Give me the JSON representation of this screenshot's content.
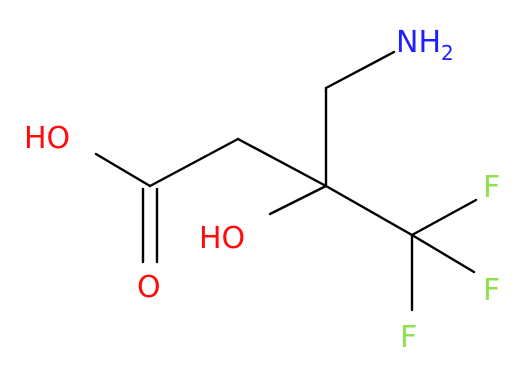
{
  "molecule": {
    "atoms": {
      "amine": {
        "main": "NH",
        "sub": "2",
        "color": "#2020ff"
      },
      "acid_hydroxyl": {
        "text": "HO",
        "color": "#ff0d0d"
      },
      "carbonyl_oxygen": {
        "text": "O",
        "color": "#ff0d0d"
      },
      "tertiary_hydroxyl": {
        "text": "HO",
        "color": "#ff0d0d"
      },
      "fluorine_top": {
        "text": "F",
        "color": "#90e050"
      },
      "fluorine_right": {
        "text": "F",
        "color": "#90e050"
      },
      "fluorine_bottom": {
        "text": "F",
        "color": "#90e050"
      }
    },
    "bond_color": "#000000"
  }
}
